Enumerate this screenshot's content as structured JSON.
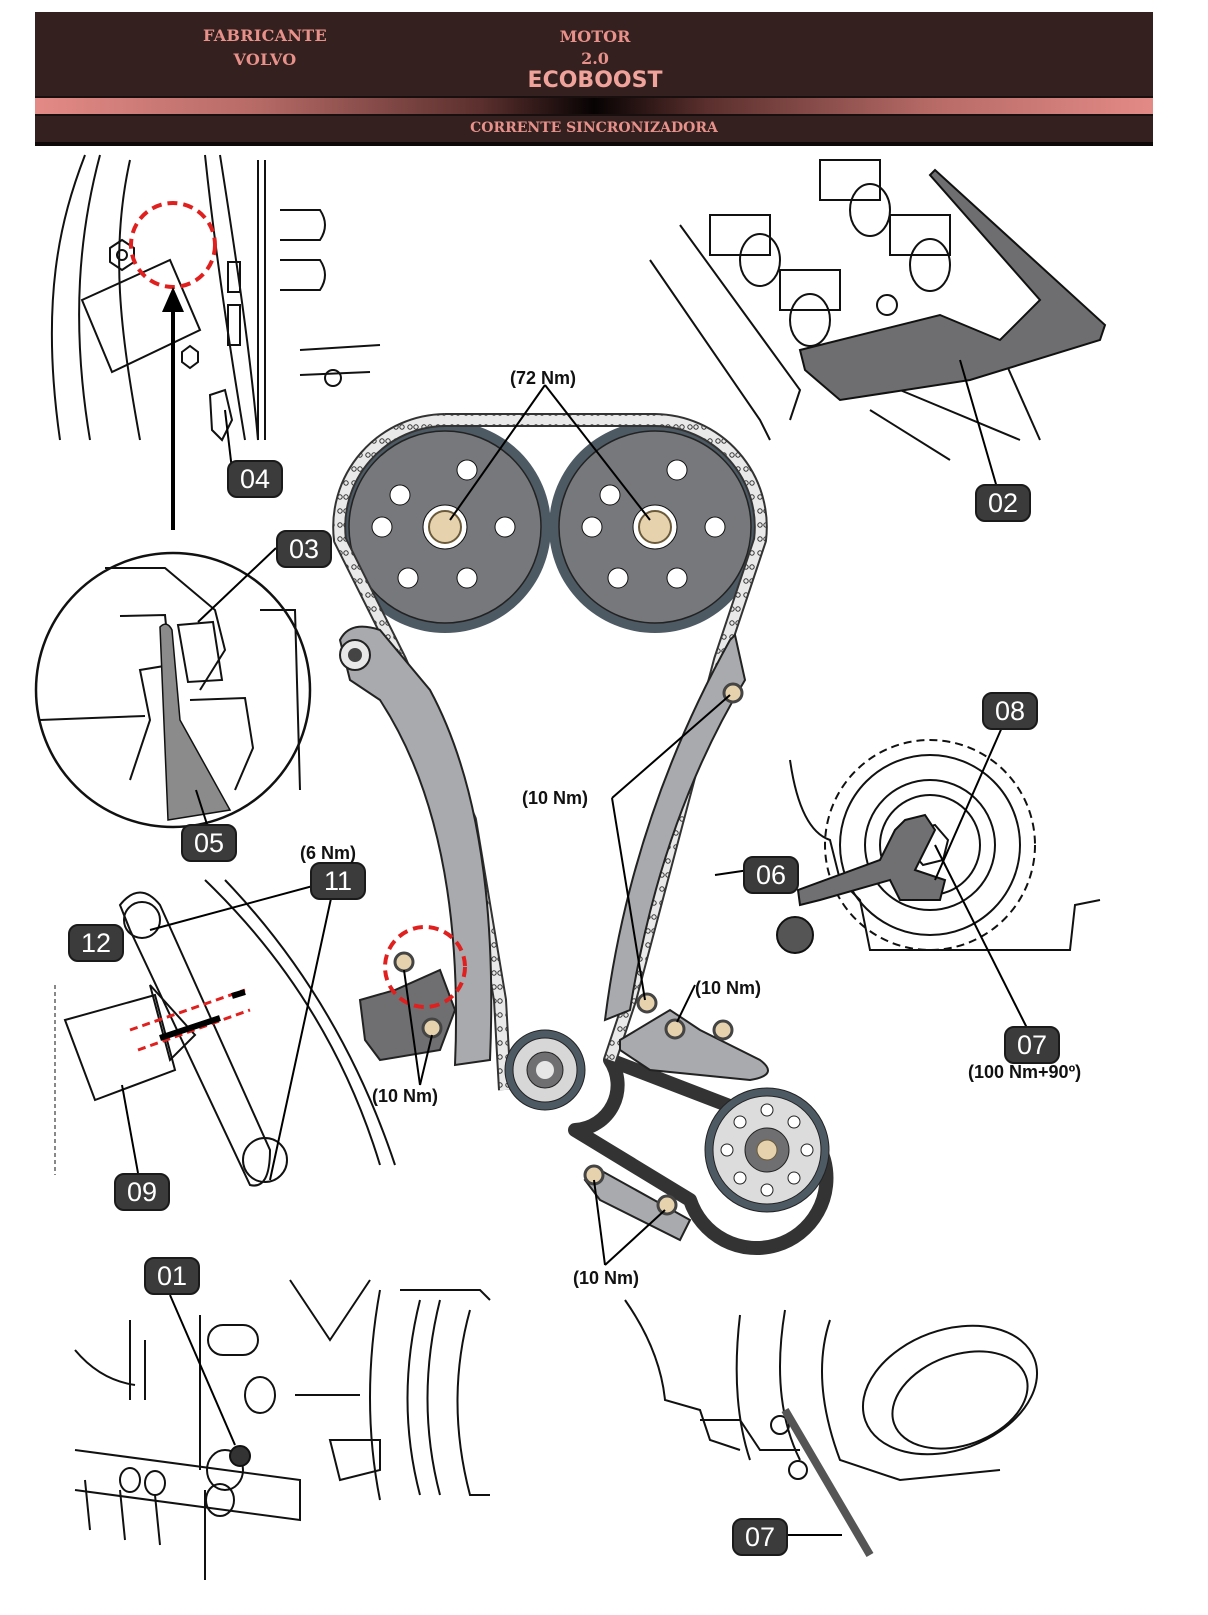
{
  "header": {
    "manufacturer_label": "FABRICANTE",
    "manufacturer_value": "VOLVO",
    "engine_label": "MOTOR",
    "engine_displacement": "2.0",
    "engine_name": "ECOBOOST",
    "section_title": "CORRENTE SINCRONIZADORA",
    "colors": {
      "background": "#33201f",
      "text": "#e8918a",
      "band": "#e38a86"
    }
  },
  "callouts": {
    "c01": "01",
    "c02": "02",
    "c03": "03",
    "c04": "04",
    "c05": "05",
    "c06": "06",
    "c07_crank": "07",
    "c07_bottom": "07",
    "c08": "08",
    "c09": "09",
    "c11": "11",
    "c12": "12"
  },
  "torques": {
    "camshaft_sprockets": "(72 Nm)",
    "fixed_guide": "(10 Nm)",
    "tensioner": "(10 Nm)",
    "upper_guide_lower": "(10 Nm)",
    "lower_guide": "(10 Nm)",
    "tensioner_arm_bolts": "(6 Nm)",
    "crankshaft_bolt": "(100 Nm+90º)"
  },
  "highlight_color": "#e0201e",
  "part_colors": {
    "sprocket": "#77787b",
    "sprocket_rim": "#4d5a63",
    "guide": "#a9aaad",
    "bolt": "#e6d3ad",
    "tool": "#6e6e70"
  }
}
